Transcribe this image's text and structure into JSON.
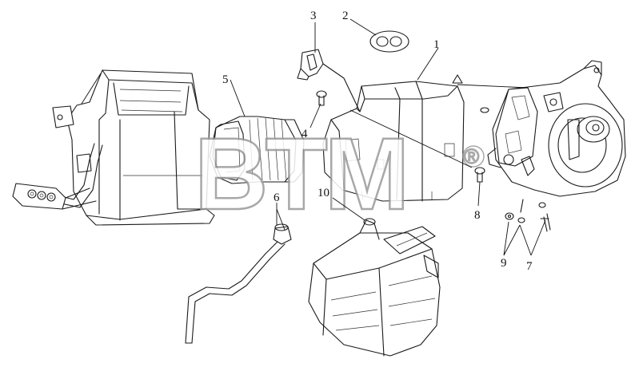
{
  "watermark": {
    "text": "BTM",
    "mark": "®"
  },
  "callouts": [
    {
      "id": "1",
      "label": "1"
    },
    {
      "id": "2",
      "label": "2"
    },
    {
      "id": "3",
      "label": "3"
    },
    {
      "id": "4",
      "label": "4"
    },
    {
      "id": "5",
      "label": "5"
    },
    {
      "id": "6",
      "label": "6"
    },
    {
      "id": "7",
      "label": "7"
    },
    {
      "id": "8",
      "label": "8"
    },
    {
      "id": "9",
      "label": "9"
    },
    {
      "id": "10",
      "label": "10"
    }
  ]
}
